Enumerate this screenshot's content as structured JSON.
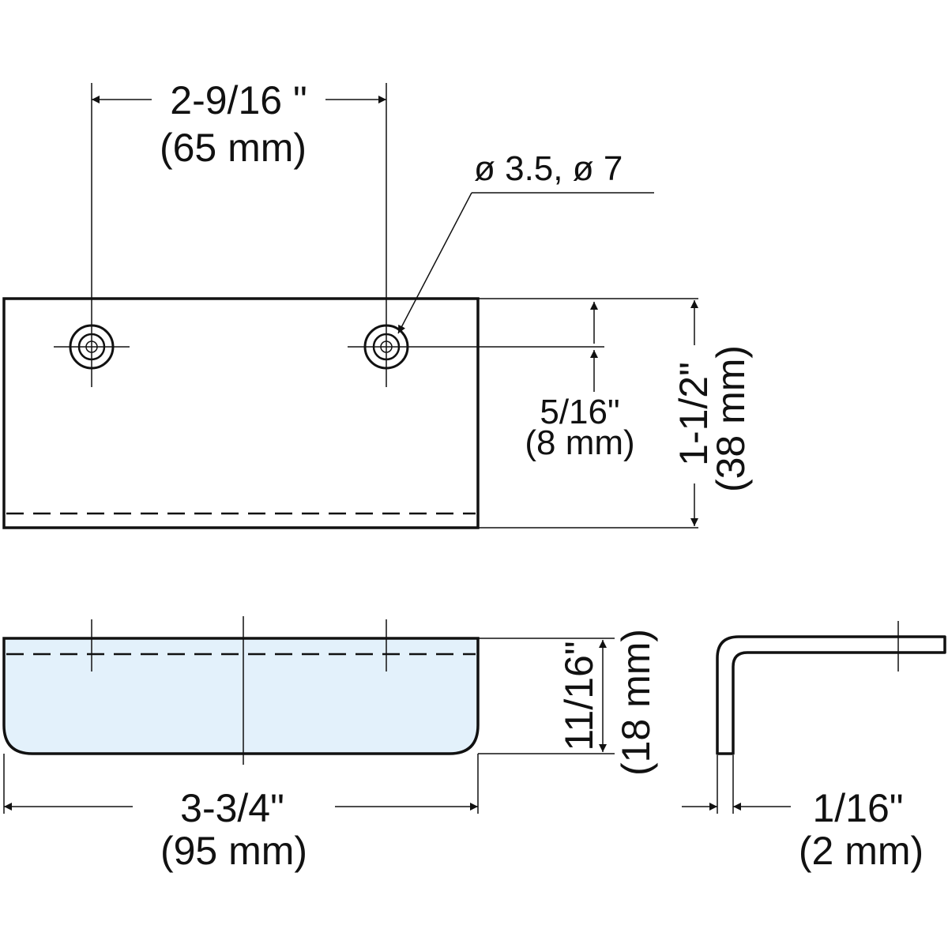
{
  "colors": {
    "line": "#111111",
    "fill": "#e3f1fb",
    "background": "#ffffff"
  },
  "dimensions": {
    "hole_spacing": {
      "imperial": "2-9/16 \"",
      "metric": "(65 mm)"
    },
    "hole_diameters": {
      "label": "ø 3.5, ø 7"
    },
    "hole_offset": {
      "imperial": "5/16\"",
      "metric": "(8 mm)"
    },
    "height": {
      "imperial": "1-1/2\"",
      "metric": "(38 mm)"
    },
    "depth": {
      "imperial": "11/16\"",
      "metric": "(18 mm)"
    },
    "length": {
      "imperial": "3-3/4\"",
      "metric": "(95 mm)"
    },
    "thickness": {
      "imperial": "1/16\"",
      "metric": "(2 mm)"
    }
  }
}
